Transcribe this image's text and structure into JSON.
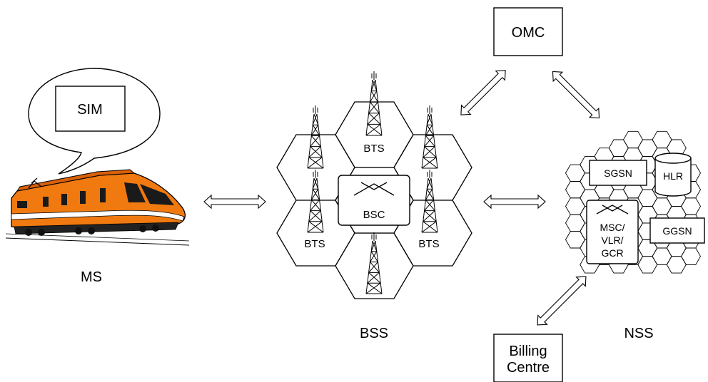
{
  "labels": {
    "sim": "SIM",
    "ms": "MS",
    "bss": "BSS",
    "nss": "NSS",
    "omc": "OMC",
    "bsc": "BSC",
    "bts_top": "BTS",
    "bts_left": "BTS",
    "bts_right": "BTS",
    "sgsn": "SGSN",
    "hlr": "HLR",
    "ggsn": "GGSN",
    "msc_line1": "MSC/",
    "msc_line2": "VLR/",
    "msc_line3": "GCR",
    "billing_line1": "Billing",
    "billing_line2": "Centre"
  },
  "icons": {
    "train": "train-icon",
    "tower": "antenna-tower-icon",
    "switch": "switch-icon",
    "database": "database-cylinder-icon",
    "arrow": "double-arrow-icon"
  },
  "colors": {
    "train_body": "#f07a10",
    "train_stripe": "#ffffff",
    "train_dark": "#000000"
  }
}
